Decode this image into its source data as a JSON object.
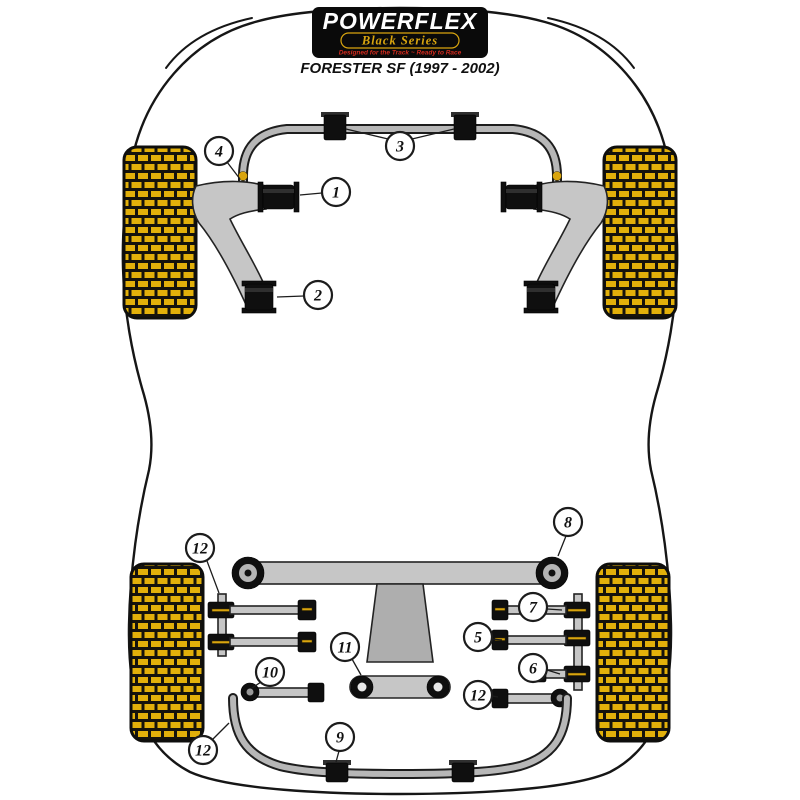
{
  "logo": {
    "brand": "POWERFLEX",
    "series": "Black Series",
    "tagline": "Designed for the Track ~ Ready to Race"
  },
  "title": "FORESTER SF (1997 - 2002)",
  "colors": {
    "gold": "#d9a50f",
    "tread_yellow": "#e2b00a",
    "tire_black": "#15130c",
    "brand_white": "#ffffff",
    "tagline_red": "#d42b1e"
  },
  "callouts": [
    {
      "label": "4"
    },
    {
      "label": "1"
    },
    {
      "label": "3"
    },
    {
      "label": "2"
    },
    {
      "label": "8"
    },
    {
      "label": "12"
    },
    {
      "label": "7"
    },
    {
      "label": "5"
    },
    {
      "label": "6"
    },
    {
      "label": "11"
    },
    {
      "label": "10"
    },
    {
      "label": "12"
    },
    {
      "label": "12"
    },
    {
      "label": "9"
    }
  ]
}
